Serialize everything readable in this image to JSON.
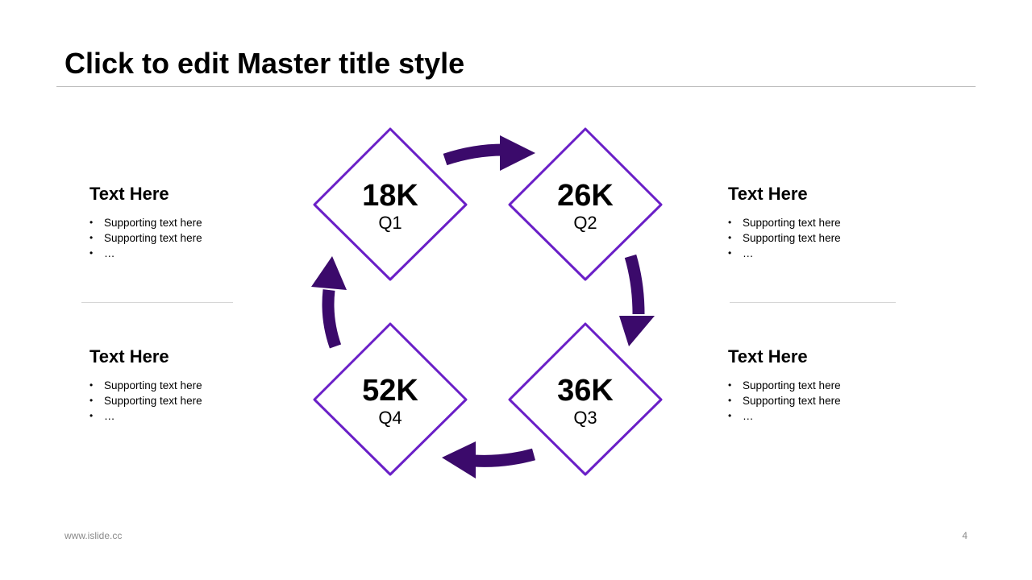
{
  "slide": {
    "title": "Click to edit Master title style",
    "footer_left": "www.islide.cc",
    "page_number": "4"
  },
  "colors": {
    "accent_outline": "#6a1fc7",
    "arrow_fill": "#3b0a6b",
    "rule": "#bdbdbd"
  },
  "blocks": [
    {
      "heading": "Text Here",
      "bullets": [
        "Supporting text here",
        "Supporting text here",
        "…"
      ]
    },
    {
      "heading": "Text Here",
      "bullets": [
        "Supporting text here",
        "Supporting text here",
        "…"
      ]
    },
    {
      "heading": "Text Here",
      "bullets": [
        "Supporting text here",
        "Supporting text here",
        "…"
      ]
    },
    {
      "heading": "Text Here",
      "bullets": [
        "Supporting text here",
        "Supporting text here",
        "…"
      ]
    }
  ],
  "cycle": [
    {
      "value": "18K",
      "quarter": "Q1"
    },
    {
      "value": "26K",
      "quarter": "Q2"
    },
    {
      "value": "36K",
      "quarter": "Q3"
    },
    {
      "value": "52K",
      "quarter": "Q4"
    }
  ]
}
